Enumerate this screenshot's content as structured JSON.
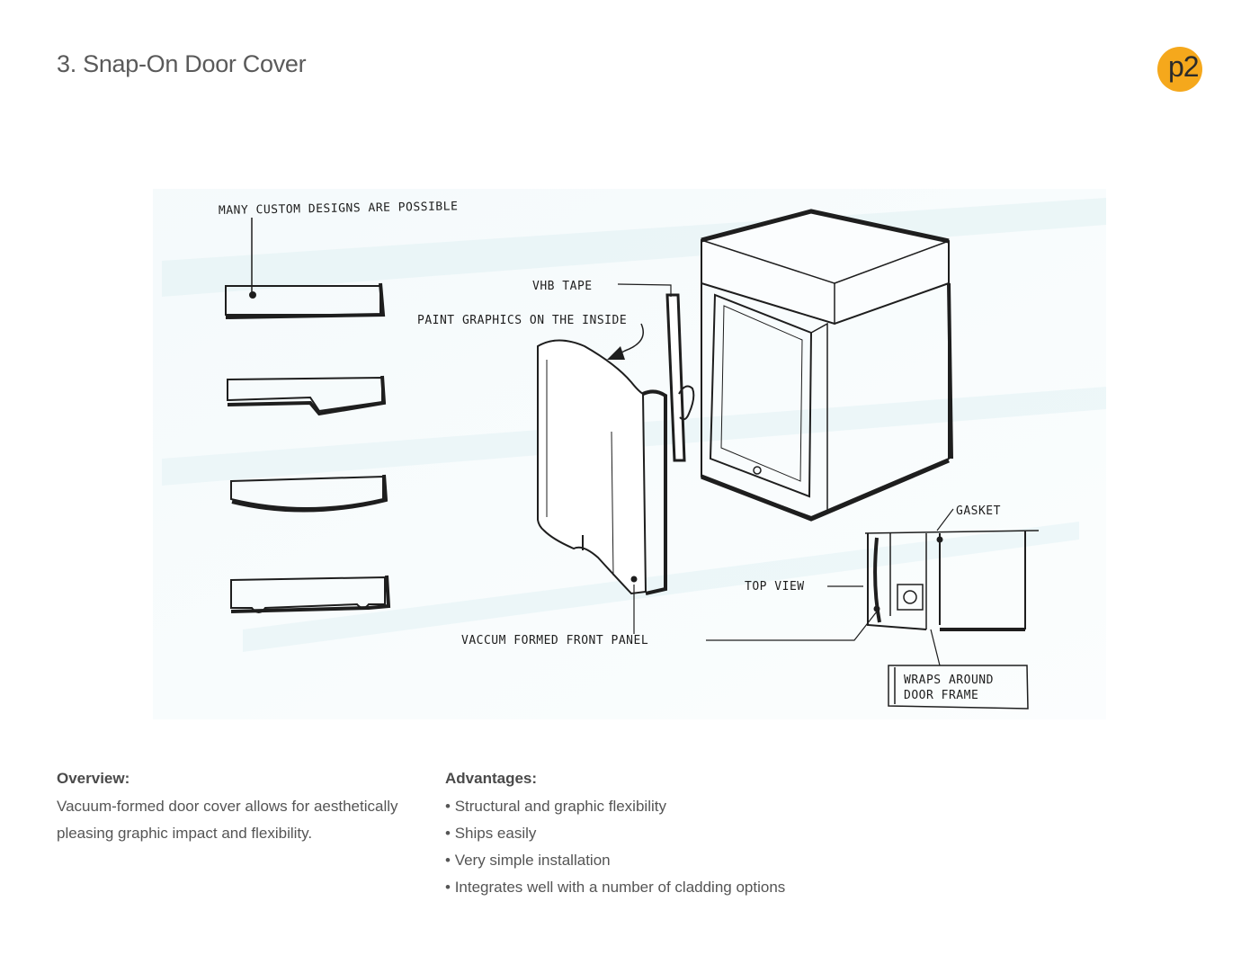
{
  "header": {
    "title": "3. Snap-On Door Cover",
    "logo_text": "p2",
    "logo_color": "#f5a81c"
  },
  "sketch": {
    "labels": {
      "custom_designs": "MANY CUSTOM DESIGNS ARE POSSIBLE",
      "vhb_tape": "VHB TAPE",
      "paint_graphics": "PAINT GRAPHICS ON THE INSIDE",
      "gasket": "GASKET",
      "top_view": "TOP VIEW",
      "vacuum_panel": "VACCUM FORMED FRONT PANEL",
      "wraps_line1": "WRAPS AROUND",
      "wraps_line2": "DOOR FRAME"
    }
  },
  "overview": {
    "heading": "Overview:",
    "text_line1": "Vacuum-formed door cover allows for aesthetically",
    "text_line2": "pleasing graphic impact and flexibility."
  },
  "advantages": {
    "heading": "Advantages:",
    "items": [
      "Structural and graphic flexibility",
      "Ships easily",
      "Very simple installation",
      "Integrates well with a number of cladding options"
    ]
  }
}
